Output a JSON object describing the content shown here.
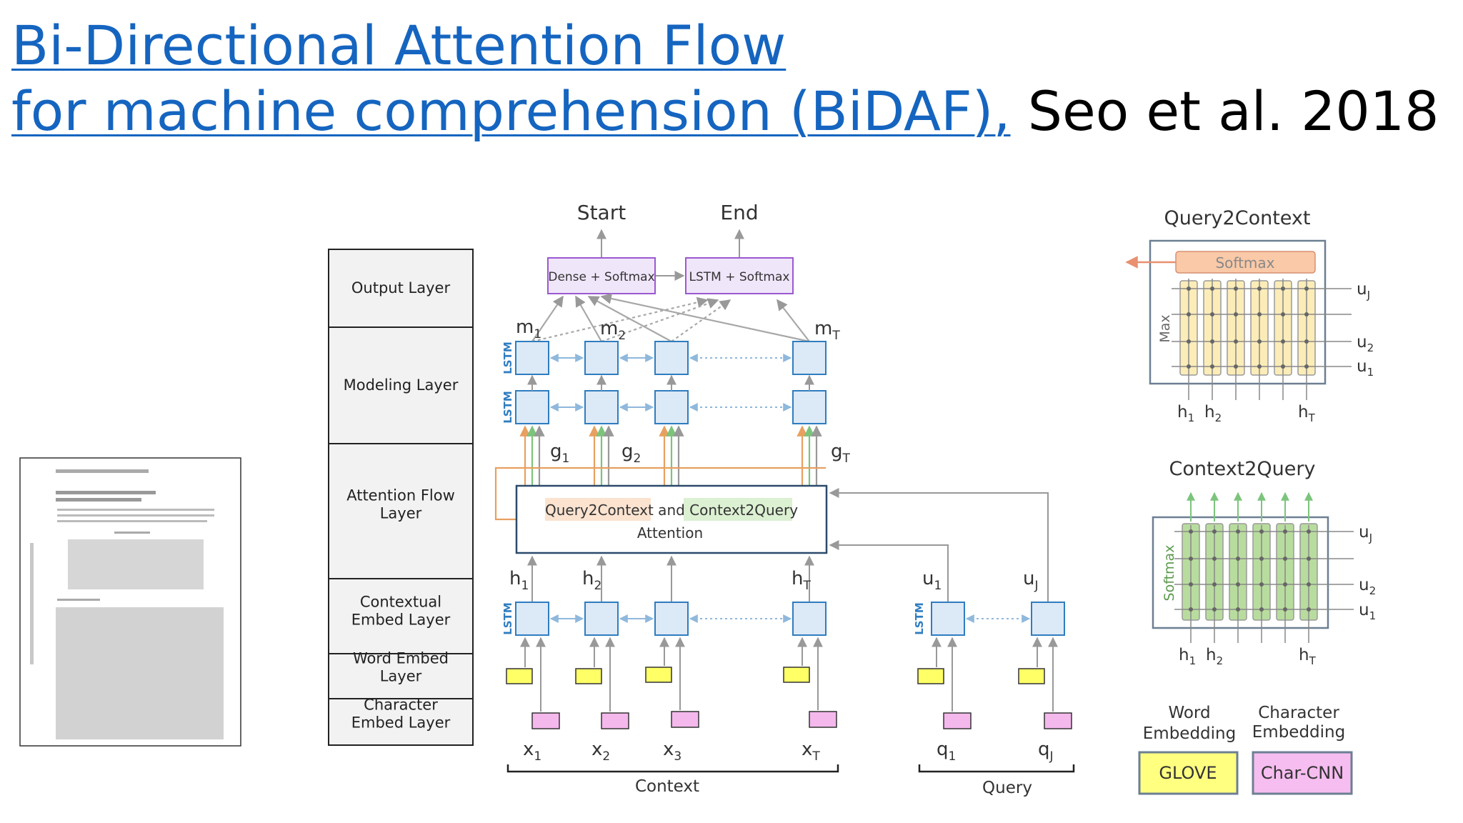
{
  "title": {
    "link_line1": "Bi-Directional Attention Flow",
    "link_line2": "for machine comprehension (BiDAF),",
    "plain": " Seo et al. 2018"
  },
  "layers": [
    "Output Layer",
    "Modeling Layer",
    "Attention Flow Layer",
    "Contextual Embed Layer",
    "Word Embed Layer",
    "Character Embed Layer"
  ],
  "outputs": {
    "start": "Start",
    "end": "End"
  },
  "output_boxes": {
    "dense": "Dense + Softmax",
    "lstm": "LSTM + Softmax"
  },
  "lstm_tag": "LSTM",
  "m_labels": {
    "m1": "m",
    "m1_sub": "1",
    "m2": "m",
    "m2_sub": "2",
    "mT": "m",
    "mT_sub": "T"
  },
  "g_labels": {
    "g1": "g",
    "g1_sub": "1",
    "g2": "g",
    "g2_sub": "2",
    "gT": "g",
    "gT_sub": "T"
  },
  "attention": {
    "q2c": "Query2Context",
    "and": " and ",
    "c2q": "Context2Query",
    "line2": "Attention"
  },
  "h_labels": {
    "h1": "h",
    "h1_sub": "1",
    "h2": "h",
    "h2_sub": "2",
    "hT": "h",
    "hT_sub": "T"
  },
  "u_labels": {
    "u1": "u",
    "u1_sub": "1",
    "uJ": "u",
    "uJ_sub": "J"
  },
  "x_labels": {
    "x1": "x",
    "x1_sub": "1",
    "x2": "x",
    "x2_sub": "2",
    "x3": "x",
    "x3_sub": "3",
    "xT": "x",
    "xT_sub": "T"
  },
  "q_labels": {
    "q1": "q",
    "q1_sub": "1",
    "qJ": "q",
    "qJ_sub": "J"
  },
  "brackets": {
    "context": "Context",
    "query": "Query"
  },
  "q2c_panel": {
    "title": "Query2Context",
    "softmax": "Softmax",
    "max": "Max",
    "uJ": "u",
    "uJ_sub": "J",
    "u2": "u",
    "u2_sub": "2",
    "u1": "u",
    "u1_sub": "1",
    "h1": "h",
    "h1_sub": "1",
    "h2": "h",
    "h2_sub": "2",
    "hT": "h",
    "hT_sub": "T"
  },
  "c2q_panel": {
    "title": "Context2Query",
    "softmax": "Softmax",
    "uJ": "u",
    "uJ_sub": "J",
    "u2": "u",
    "u2_sub": "2",
    "u1": "u",
    "u1_sub": "1",
    "h1": "h",
    "h1_sub": "1",
    "h2": "h",
    "h2_sub": "2",
    "hT": "h",
    "hT_sub": "T"
  },
  "legend": {
    "word_line1": "Word",
    "word_line2": "Embedding",
    "char_line1": "Character",
    "char_line2": "Embedding",
    "glove": "GLOVE",
    "charcnn": "Char-CNN"
  },
  "colors": {
    "link": "#1565c0",
    "lstm_fill": "#dce9f6",
    "lstm_stroke": "#2f7dc0",
    "word_embed": "#ffff66",
    "char_embed": "#f4b8ec",
    "output_box_fill": "#f0e6fa",
    "output_box_stroke": "#9b59d0",
    "q2c_orange": "#e8a060",
    "c2q_green": "#7cc47c",
    "softmax_fill": "#f9c9a8",
    "panel_yellow": "#fbecb8",
    "panel_green": "#b8dc9e"
  }
}
